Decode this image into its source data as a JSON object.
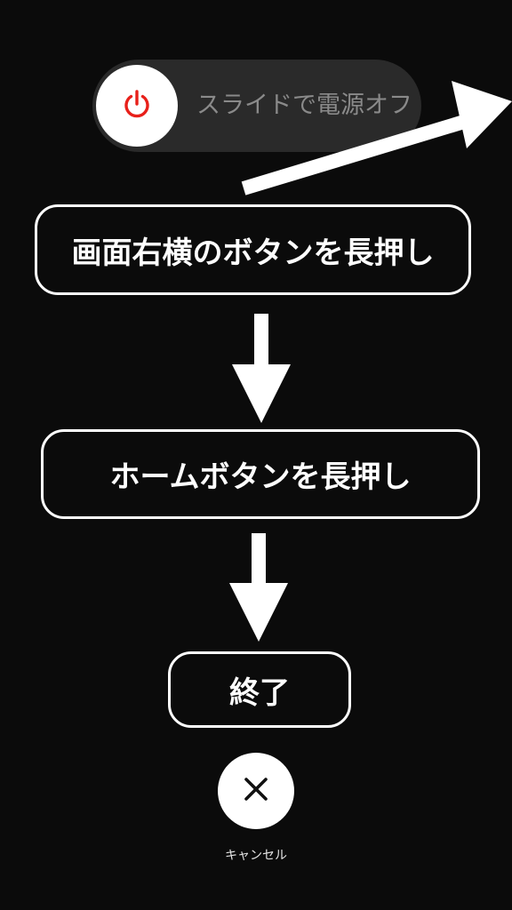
{
  "power_slider": {
    "label": "スライドで電源オフ",
    "icon": "power-icon",
    "icon_color": "#e8201a"
  },
  "steps": [
    {
      "label": "画面右横のボタンを長押し"
    },
    {
      "label": "ホームボタンを長押し"
    },
    {
      "label": "終了"
    }
  ],
  "cancel": {
    "label": "キャンセル",
    "icon": "close-icon"
  },
  "colors": {
    "background": "#0b0b0b",
    "slider_track": "#2a2a2a",
    "foreground": "#ffffff",
    "power_red": "#e8201a"
  }
}
